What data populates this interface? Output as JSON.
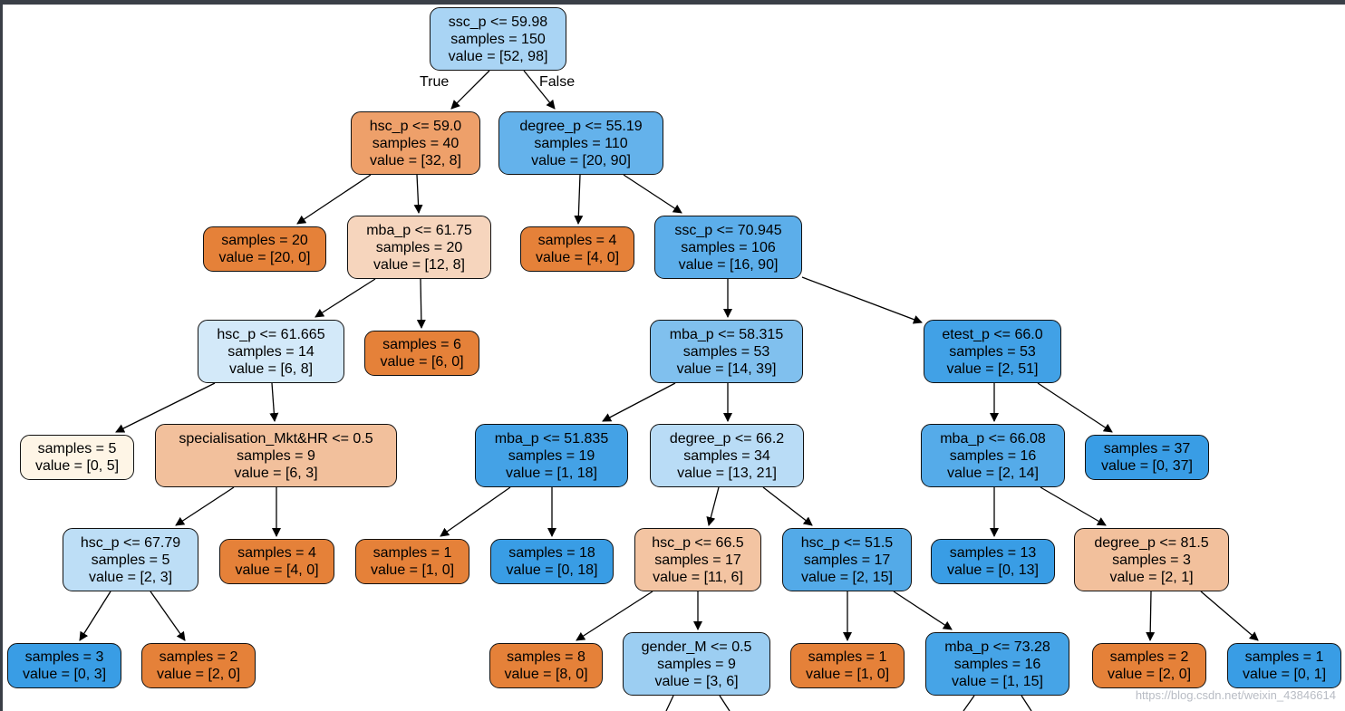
{
  "colors": {
    "orange_dark": "#e58139",
    "orange_mid": "#ee9f67",
    "orange_light": "#f6d5bd",
    "orange_pale": "#f2c09c",
    "cream": "#fef5e6",
    "blue_dark": "#3e9fe7",
    "blue_mid": "#64b2eb",
    "blue_light": "#d2e8f9",
    "blue_pale": "#b9dcf6",
    "blue_soft": "#a6d2f3",
    "blue_medium": "#7bbeee"
  },
  "edge_labels": {
    "true_label": "True",
    "false_label": "False"
  },
  "watermark": "https://blog.csdn.net/weixin_43846614",
  "nodes": {
    "n0": {
      "lines": [
        "ssc_p <= 59.98",
        "samples = 150",
        "value = [52, 98]"
      ],
      "color": "#a9d4f4"
    },
    "n1": {
      "lines": [
        "hsc_p <= 59.0",
        "samples = 40",
        "value = [32, 8]"
      ],
      "color": "#eea06a"
    },
    "n2": {
      "lines": [
        "degree_p <= 55.19",
        "samples = 110",
        "value = [20, 90]"
      ],
      "color": "#64b2eb"
    },
    "n3": {
      "lines": [
        "samples = 20",
        "value = [20, 0]"
      ],
      "color": "#e58139"
    },
    "n4": {
      "lines": [
        "mba_p <= 61.75",
        "samples = 20",
        "value = [12, 8]"
      ],
      "color": "#f6d5bd"
    },
    "n5": {
      "lines": [
        "samples = 4",
        "value = [4, 0]"
      ],
      "color": "#e58139"
    },
    "n6": {
      "lines": [
        "ssc_p <= 70.945",
        "samples = 106",
        "value = [16, 90]"
      ],
      "color": "#5caeea"
    },
    "n7": {
      "lines": [
        "hsc_p <= 61.665",
        "samples = 14",
        "value = [6, 8]"
      ],
      "color": "#d3e9f9"
    },
    "n8": {
      "lines": [
        "samples = 6",
        "value = [6, 0]"
      ],
      "color": "#e58139"
    },
    "n9": {
      "lines": [
        "mba_p <= 58.315",
        "samples = 53",
        "value = [14, 39]"
      ],
      "color": "#80c0ee"
    },
    "n10": {
      "lines": [
        "etest_p <= 66.0",
        "samples = 53",
        "value = [2, 51]"
      ],
      "color": "#41a1e6"
    },
    "n11": {
      "lines": [
        "samples = 5",
        "value = [0, 5]"
      ],
      "color": "#fef5e6"
    },
    "n12": {
      "lines": [
        "specialisation_Mkt&HR <= 0.5",
        "samples = 9",
        "value = [6, 3]"
      ],
      "color": "#f2c09c"
    },
    "n13": {
      "lines": [
        "mba_p <= 51.835",
        "samples = 19",
        "value = [1, 18]"
      ],
      "color": "#44a2e6"
    },
    "n14": {
      "lines": [
        "degree_p <= 66.2",
        "samples = 34",
        "value = [13, 21]"
      ],
      "color": "#b9dcf6"
    },
    "n15": {
      "lines": [
        "mba_p <= 66.08",
        "samples = 16",
        "value = [2, 14]"
      ],
      "color": "#55abe9"
    },
    "n16": {
      "lines": [
        "samples = 37",
        "value = [0, 37]"
      ],
      "color": "#399de5"
    },
    "n17": {
      "lines": [
        "hsc_p <= 67.79",
        "samples = 5",
        "value = [2, 3]"
      ],
      "color": "#bddef6"
    },
    "n18": {
      "lines": [
        "samples = 4",
        "value = [4, 0]"
      ],
      "color": "#e58139"
    },
    "n19": {
      "lines": [
        "samples = 1",
        "value = [1, 0]"
      ],
      "color": "#e58139"
    },
    "n20": {
      "lines": [
        "samples = 18",
        "value = [0, 18]"
      ],
      "color": "#399de5"
    },
    "n21": {
      "lines": [
        "hsc_p <= 66.5",
        "samples = 17",
        "value = [11, 6]"
      ],
      "color": "#f3c4a2"
    },
    "n22": {
      "lines": [
        "hsc_p <= 51.5",
        "samples = 17",
        "value = [2, 15]"
      ],
      "color": "#53aae8"
    },
    "n23": {
      "lines": [
        "samples = 13",
        "value = [0, 13]"
      ],
      "color": "#399de5"
    },
    "n24": {
      "lines": [
        "degree_p <= 81.5",
        "samples = 3",
        "value = [2, 1]"
      ],
      "color": "#f2c09c"
    },
    "n25": {
      "lines": [
        "samples = 3",
        "value = [0, 3]"
      ],
      "color": "#399de5"
    },
    "n26": {
      "lines": [
        "samples = 2",
        "value = [2, 0]"
      ],
      "color": "#e58139"
    },
    "n27": {
      "lines": [
        "samples = 8",
        "value = [8, 0]"
      ],
      "color": "#e58139"
    },
    "n28": {
      "lines": [
        "gender_M <= 0.5",
        "samples = 9",
        "value = [3, 6]"
      ],
      "color": "#9ccef2"
    },
    "n29": {
      "lines": [
        "samples = 1",
        "value = [1, 0]"
      ],
      "color": "#e58139"
    },
    "n30": {
      "lines": [
        "mba_p <= 73.28",
        "samples = 16",
        "value = [1, 15]"
      ],
      "color": "#46a4e7"
    },
    "n31": {
      "lines": [
        "samples = 2",
        "value = [2, 0]"
      ],
      "color": "#e58139"
    },
    "n32": {
      "lines": [
        "samples = 1",
        "value = [0, 1]"
      ],
      "color": "#399de5"
    }
  }
}
